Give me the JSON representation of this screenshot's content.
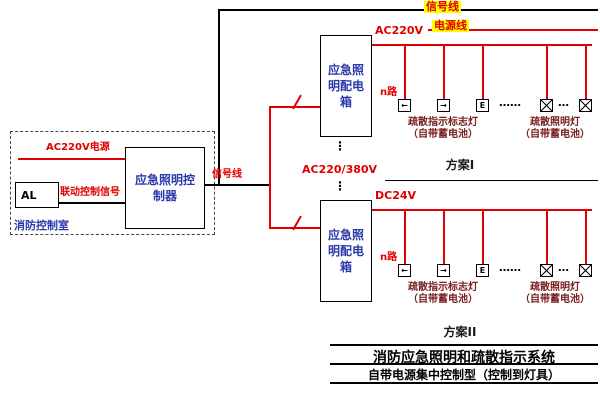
{
  "legend": {
    "signal_label": "信号线",
    "power_label": "电源线"
  },
  "control_room": {
    "room_label": "消防控制室",
    "power_source_label": "AC220V电源",
    "linkage_signal_label": "联动控制信号",
    "panel_label": "AL",
    "controller_label": "应急照明控制器",
    "signal_out_label": "信号线"
  },
  "mid_voltage_label": "AC220/380V",
  "vertical_dots": "⋮",
  "branches": [
    {
      "voltage_label": "AC220V",
      "box_label": "应急照明配电箱",
      "n_circuits_label": "n路",
      "indicator_glyphs": [
        "←",
        "→",
        "E"
      ],
      "group_ellipsis": "……",
      "tail_ellipsis": "…",
      "indicator_label_line1": "疏散指示标志灯",
      "indicator_label_line2": "（自带蓄电池）",
      "luminaire_label_line1": "疏散照明灯",
      "luminaire_label_line2": "（自带蓄电池）",
      "scheme_label": "方案I"
    },
    {
      "voltage_label": "DC24V",
      "box_label": "应急照明配电箱",
      "n_circuits_label": "n路",
      "indicator_glyphs": [
        "←",
        "→",
        "E"
      ],
      "group_ellipsis": "……",
      "tail_ellipsis": "…",
      "indicator_label_line1": "疏散指示标志灯",
      "indicator_label_line2": "（自带蓄电池）",
      "luminaire_label_line1": "疏散照明灯",
      "luminaire_label_line2": "（自带蓄电池）",
      "scheme_label": "方案II"
    }
  ],
  "title_block": {
    "line1": "消防应急照明和疏散指示系统",
    "line2": "自带电源集中控制型（控制到灯具）"
  },
  "colors": {
    "power_line_red": "#e00000",
    "signal_line_black": "#000000",
    "label_blue": "#2b3aaa",
    "label_maroon": "#7a2020",
    "legend_highlight_yellow": "#ffff00"
  }
}
